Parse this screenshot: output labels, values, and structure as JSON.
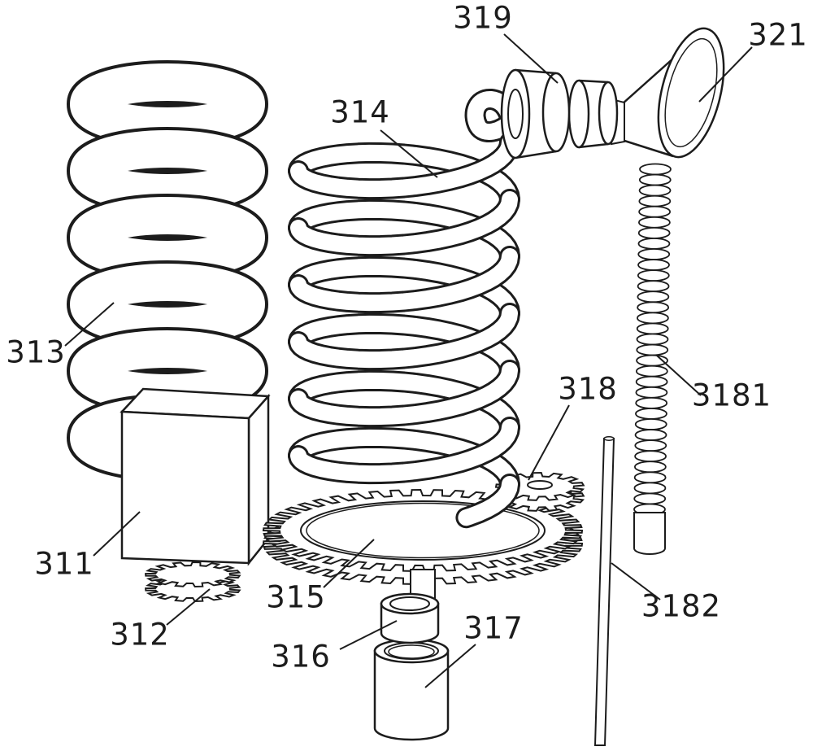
{
  "figure": {
    "background_color": "#ffffff",
    "line_color": "#1c1c1c",
    "labels": {
      "l311": "311",
      "l312": "312",
      "l313": "313",
      "l314": "314",
      "l315": "315",
      "l316": "316",
      "l317": "317",
      "l318": "318",
      "l319": "319",
      "l321": "321",
      "l3181": "3181",
      "l3182": "3182"
    }
  }
}
